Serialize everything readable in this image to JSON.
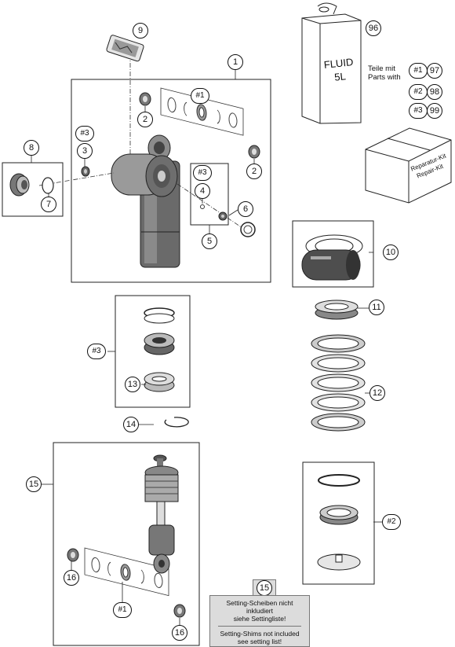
{
  "callouts": {
    "c1": "1",
    "c2a": "2",
    "c2b": "2",
    "c3": "3",
    "c3h": "#3",
    "c4": "4",
    "c4h": "#3",
    "c5": "5",
    "c6": "6",
    "c7": "7",
    "c8": "8",
    "c9": "9",
    "c1h": "#1",
    "c10": "10",
    "c11": "11",
    "c12": "12",
    "c13": "13",
    "c3h2": "#3",
    "c14": "14",
    "c15": "15",
    "c16a": "16",
    "c16b": "16",
    "c1h2": "#1",
    "c2h": "#2",
    "c96": "96",
    "c15note": "15"
  },
  "legend": {
    "line1": "Teile mit",
    "line2": "Parts with",
    "rows": [
      {
        "kit": "#1",
        "part": "97"
      },
      {
        "kit": "#2",
        "part": "98"
      },
      {
        "kit": "#3",
        "part": "99"
      }
    ]
  },
  "can": {
    "label1": "FLUID",
    "label2": "5L"
  },
  "repair_box": {
    "label1": "Reparatur-Kit",
    "label2": "Repair-Kit"
  },
  "note": {
    "de_line1": "Setting-Scheiben nicht inkludiert",
    "de_line2": "siehe Settingliste!",
    "en_line1": "Setting-Shims not included",
    "en_line2": "see setting list!"
  }
}
